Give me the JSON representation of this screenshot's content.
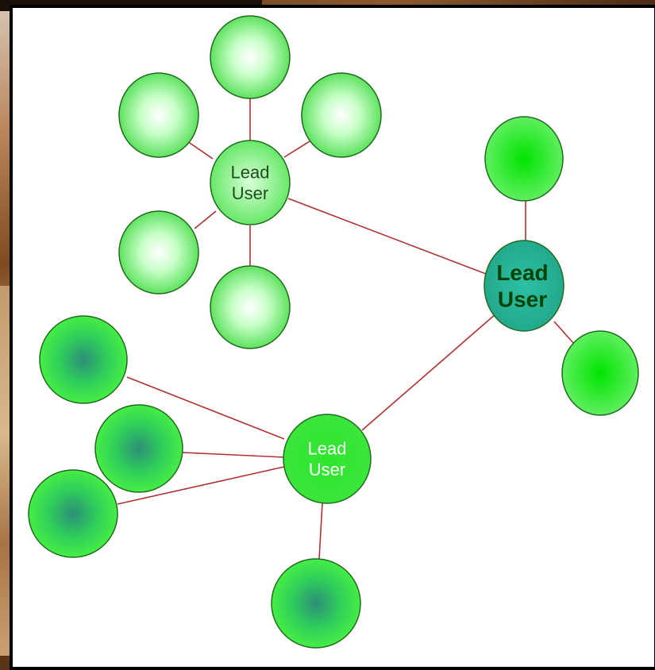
{
  "diagram": {
    "nodes": [
      {
        "id": "lu-top",
        "kind": "lead",
        "lines": [
          "Lead",
          "User"
        ],
        "text_color": "#1e4d1e",
        "fill": "#76ff76",
        "center": "#c9ffc9",
        "style": "light"
      },
      {
        "id": "lu-right",
        "kind": "lead",
        "lines": [
          "Lead",
          "User"
        ],
        "text_color": "#064406",
        "fill": "#27b59c",
        "center": "#27b59c",
        "style": "teal"
      },
      {
        "id": "lu-bottom",
        "kind": "lead",
        "lines": [
          "Lead",
          "User"
        ],
        "text_color": "#ffffff",
        "fill": "#2ee62e",
        "center": "#2ee62e",
        "style": "flat"
      },
      {
        "id": "t1",
        "kind": "member",
        "group": "top",
        "style": "light"
      },
      {
        "id": "t2",
        "kind": "member",
        "group": "top",
        "style": "light"
      },
      {
        "id": "t3",
        "kind": "member",
        "group": "top",
        "style": "light"
      },
      {
        "id": "t4",
        "kind": "member",
        "group": "top",
        "style": "light"
      },
      {
        "id": "t5",
        "kind": "member",
        "group": "top",
        "style": "light"
      },
      {
        "id": "r1",
        "kind": "member",
        "group": "right",
        "style": "bright"
      },
      {
        "id": "r2",
        "kind": "member",
        "group": "right",
        "style": "bright"
      },
      {
        "id": "b1",
        "kind": "member",
        "group": "bottom",
        "style": "dark"
      },
      {
        "id": "b2",
        "kind": "member",
        "group": "bottom",
        "style": "dark"
      },
      {
        "id": "b3",
        "kind": "member",
        "group": "bottom",
        "style": "dark"
      },
      {
        "id": "b4",
        "kind": "member",
        "group": "bottom",
        "style": "dark"
      }
    ],
    "edges": [
      [
        "lu-top",
        "t1"
      ],
      [
        "lu-top",
        "t2"
      ],
      [
        "lu-top",
        "t3"
      ],
      [
        "lu-top",
        "t4"
      ],
      [
        "lu-top",
        "t5"
      ],
      [
        "lu-right",
        "r1"
      ],
      [
        "lu-right",
        "r2"
      ],
      [
        "lu-bottom",
        "b1"
      ],
      [
        "lu-bottom",
        "b2"
      ],
      [
        "lu-bottom",
        "b3"
      ],
      [
        "lu-bottom",
        "b4"
      ],
      [
        "lu-top",
        "lu-right"
      ],
      [
        "lu-bottom",
        "lu-right"
      ]
    ],
    "colors": {
      "edge": "#b03030",
      "outline": "#1f6a1f",
      "light_fill": "#5fe85f",
      "bright_fill": "#00e000",
      "dark_fill": "#2fdc52",
      "dark_center": "#2b8a74"
    }
  }
}
